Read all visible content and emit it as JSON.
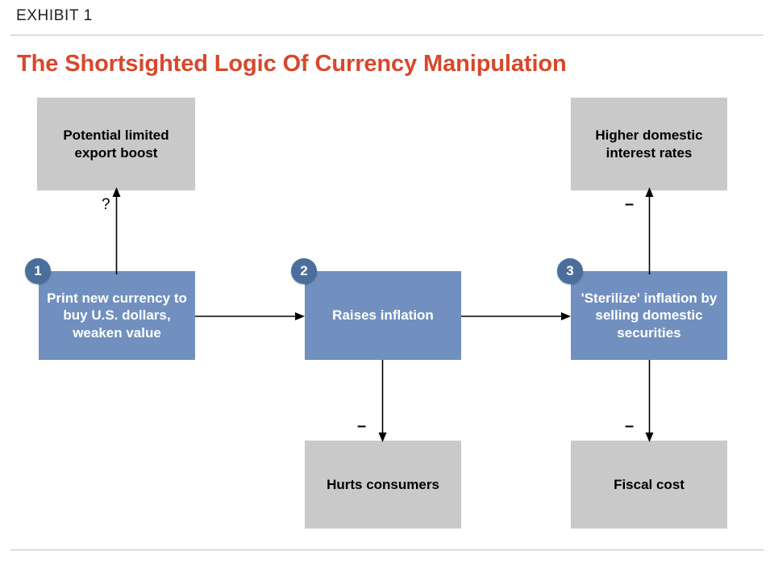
{
  "header": {
    "exhibit_label": "EXHIBIT 1",
    "title": "The Shortsighted Logic Of Currency Manipulation"
  },
  "colors": {
    "title": "#d9472b",
    "step_box": "#7190bf",
    "outcome_box": "#c9c9c9",
    "badge": "#4b6e9c",
    "rule": "#bdbdbd",
    "connector": "#000000"
  },
  "diagram": {
    "steps": [
      {
        "number": "1",
        "label": "Print new currency to buy U.S. dollars, weaken value"
      },
      {
        "number": "2",
        "label": "Raises inflation"
      },
      {
        "number": "3",
        "label": "'Sterilize' inflation by selling domestic securities"
      }
    ],
    "outcomes": [
      {
        "label": "Potential limited export boost",
        "sign": "?"
      },
      {
        "label": "Higher domestic interest rates",
        "sign": "–"
      },
      {
        "label": "Hurts consumers",
        "sign": "–"
      },
      {
        "label": "Fiscal cost",
        "sign": "–"
      }
    ]
  }
}
